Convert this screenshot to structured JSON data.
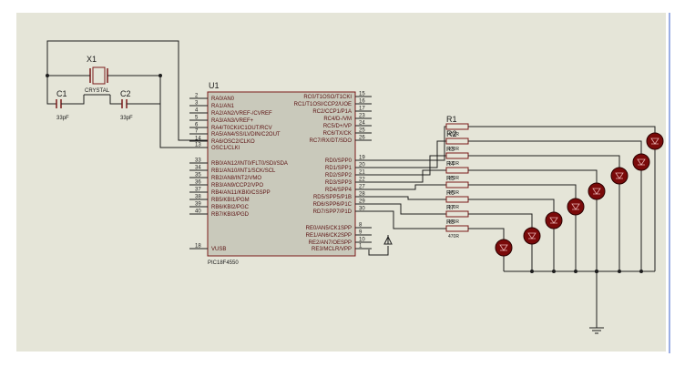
{
  "colors": {
    "sheet": "#e5e5d8",
    "chip_fill": "#c9c9bb",
    "chip_stroke": "#7a1a1a",
    "wire": "#1e1e1e",
    "led": "#7a0a0a",
    "resistor_fill": "#e5e5d8",
    "resistor_stroke": "#7a1a1a",
    "border": "#3a5fc8"
  },
  "crystal": {
    "ref": "X1",
    "value": "CRYSTAL"
  },
  "capacitors": [
    {
      "ref": "C1",
      "value": "33pF"
    },
    {
      "ref": "C2",
      "value": "33pF"
    }
  ],
  "mcu": {
    "ref": "U1",
    "part": "PIC18F4550",
    "left_pins": [
      {
        "num": "2",
        "name": "RA0/AN0"
      },
      {
        "num": "3",
        "name": "RA1/AN1"
      },
      {
        "num": "4",
        "name": "RA2/AN2/VREF-/CVREF"
      },
      {
        "num": "5",
        "name": "RA3/AN3/VREF+"
      },
      {
        "num": "6",
        "name": "RA4/T0CKI/C1OUT/RCV"
      },
      {
        "num": "7",
        "name": "RA5/AN4/SS/LVDIN/C2OUT"
      },
      {
        "num": "14",
        "name": "RA6/OSC2/CLKO"
      },
      {
        "num": "13",
        "name": "OSC1/CLKI"
      },
      {
        "num": "33",
        "name": "RB0/AN12/INT0/FLT0/SDI/SDA"
      },
      {
        "num": "34",
        "name": "RB1/AN10/INT1/SCK/SCL"
      },
      {
        "num": "35",
        "name": "RB2/AN8/INT2/VMO"
      },
      {
        "num": "36",
        "name": "RB3/AN9/CCP2/VPO"
      },
      {
        "num": "37",
        "name": "RB4/AN11/KBI0/CSSPP"
      },
      {
        "num": "38",
        "name": "RB5/KBI1/PGM"
      },
      {
        "num": "39",
        "name": "RB6/KBI2/PGC"
      },
      {
        "num": "40",
        "name": "RB7/KBI3/PGD"
      },
      {
        "num": "18",
        "name": "VUSB"
      }
    ],
    "right_pins": [
      {
        "num": "15",
        "name": "RC0/T1OSO/T1CKI"
      },
      {
        "num": "16",
        "name": "RC1/T1OSI/CCP2/UOE"
      },
      {
        "num": "17",
        "name": "RC2/CCP1/P1A"
      },
      {
        "num": "23",
        "name": "RC4/D-/VM"
      },
      {
        "num": "24",
        "name": "RC5/D+/VP"
      },
      {
        "num": "25",
        "name": "RC6/TX/CK"
      },
      {
        "num": "26",
        "name": "RC7/RX/DT/SDO"
      },
      {
        "num": "19",
        "name": "RD0/SPP0"
      },
      {
        "num": "20",
        "name": "RD1/SPP1"
      },
      {
        "num": "21",
        "name": "RD2/SPP2"
      },
      {
        "num": "22",
        "name": "RD3/SPP3"
      },
      {
        "num": "27",
        "name": "RD4/SPP4"
      },
      {
        "num": "28",
        "name": "RD5/SPP5/P1B"
      },
      {
        "num": "29",
        "name": "RD6/SPP6/P1C"
      },
      {
        "num": "30",
        "name": "RD7/SPP7/P1D"
      },
      {
        "num": "8",
        "name": "RE0/AN5/CK1SPP"
      },
      {
        "num": "9",
        "name": "RE1/AN6/CK2SPP"
      },
      {
        "num": "10",
        "name": "RE2/AN7/OESPP"
      },
      {
        "num": "1",
        "name": "RE3/MCLR/VPP"
      }
    ]
  },
  "resistors": [
    {
      "ref": "R1",
      "value": "470R"
    },
    {
      "ref": "R2",
      "value": "470R"
    },
    {
      "ref": "R3",
      "value": "470R"
    },
    {
      "ref": "R4",
      "value": "470R"
    },
    {
      "ref": "R5",
      "value": "470R"
    },
    {
      "ref": "R6",
      "value": "470R"
    },
    {
      "ref": "R7",
      "value": "470R"
    },
    {
      "ref": "R8",
      "value": "470R"
    }
  ],
  "led_count": 8
}
